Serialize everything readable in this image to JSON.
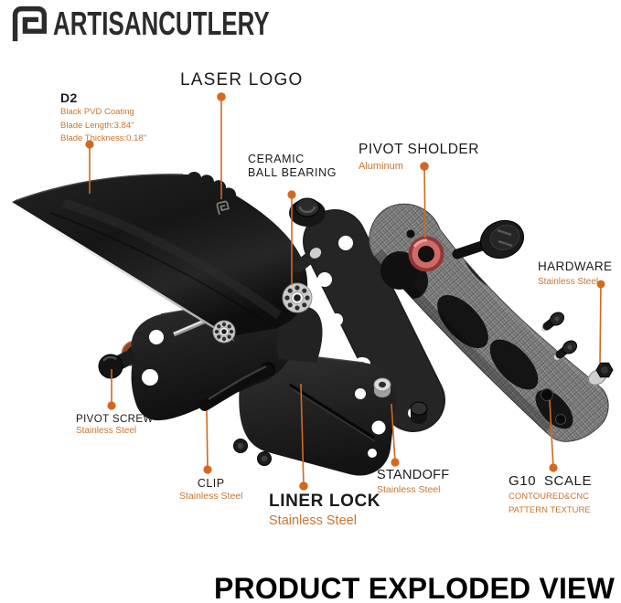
{
  "brand": {
    "name": "ARTISANCUTLERY"
  },
  "footer": {
    "title": "PRODUCT EXPLODED VIEW"
  },
  "colors": {
    "accent_line": "#D2691E",
    "sub_label": "#C9752F",
    "label": "#1A1A1A",
    "blade": "#1A1A1A",
    "g10_texture": "#787878",
    "pivot_ring": "#C4504E",
    "copper_washer": "#8A4A28"
  },
  "annotations": {
    "d2": {
      "label": "D2",
      "line1": "Black PVD Coating",
      "line2": "Blade Length:3.84''",
      "line3": "Blade Thickness:0.18''"
    },
    "laser_logo": {
      "label": "LASER LOGO"
    },
    "ceramic_ball_bearing": {
      "line1": "CERAMIC",
      "line2": "BALL BEARING"
    },
    "pivot_sholder": {
      "label": "PIVOT SHOLDER",
      "sub": "Aluminum"
    },
    "hardware": {
      "label": "HARDWARE",
      "sub": "Stainless Steel"
    },
    "pivot_screw": {
      "label": "PIVOT SCREW",
      "sub": "Stainless Steel"
    },
    "clip": {
      "label": "CLIP",
      "sub": "Stainless Steel"
    },
    "liner_lock": {
      "label": "LINER LOCK",
      "sub": "Stainless Steel"
    },
    "standoff": {
      "label": "STANDOFF",
      "sub": "Stainless Steel"
    },
    "g10_scale": {
      "label": "G10 SCALE",
      "sub1": "CONTOURED&CNC",
      "sub2": "PATTERN TEXTURE"
    }
  }
}
